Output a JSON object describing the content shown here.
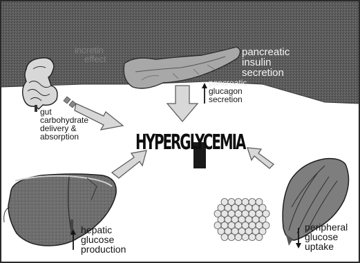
{
  "title": "HYPERGLYCEMIA",
  "labels": {
    "pancreatic_insulin": [
      "pancreatic",
      "insulin",
      "secretion"
    ],
    "pancreatic_glucagon": [
      "pancreatic",
      "glucagon",
      "secretion"
    ],
    "gut": [
      "gut",
      "carbohydrate",
      "delivery &",
      "absorption"
    ],
    "hepatic": [
      "hepatic",
      "glucose",
      "production"
    ],
    "peripheral": [
      "peripheral",
      "glucose",
      "uptake"
    ],
    "faint_text": [
      "incretin",
      "effect"
    ]
  },
  "icons": {
    "gut": "intestine-icon",
    "pancreas": "pancreas-icon",
    "liver": "liver-icon",
    "fat": "adipose-tissue-icon",
    "muscle": "muscle-icon"
  },
  "colors": {
    "banner": "#5a5a5a",
    "arrow_fill": "#d8d8d8",
    "arrow_stroke": "#6a6a6a",
    "text": "#151515",
    "text_light": "#f4f4f4"
  }
}
